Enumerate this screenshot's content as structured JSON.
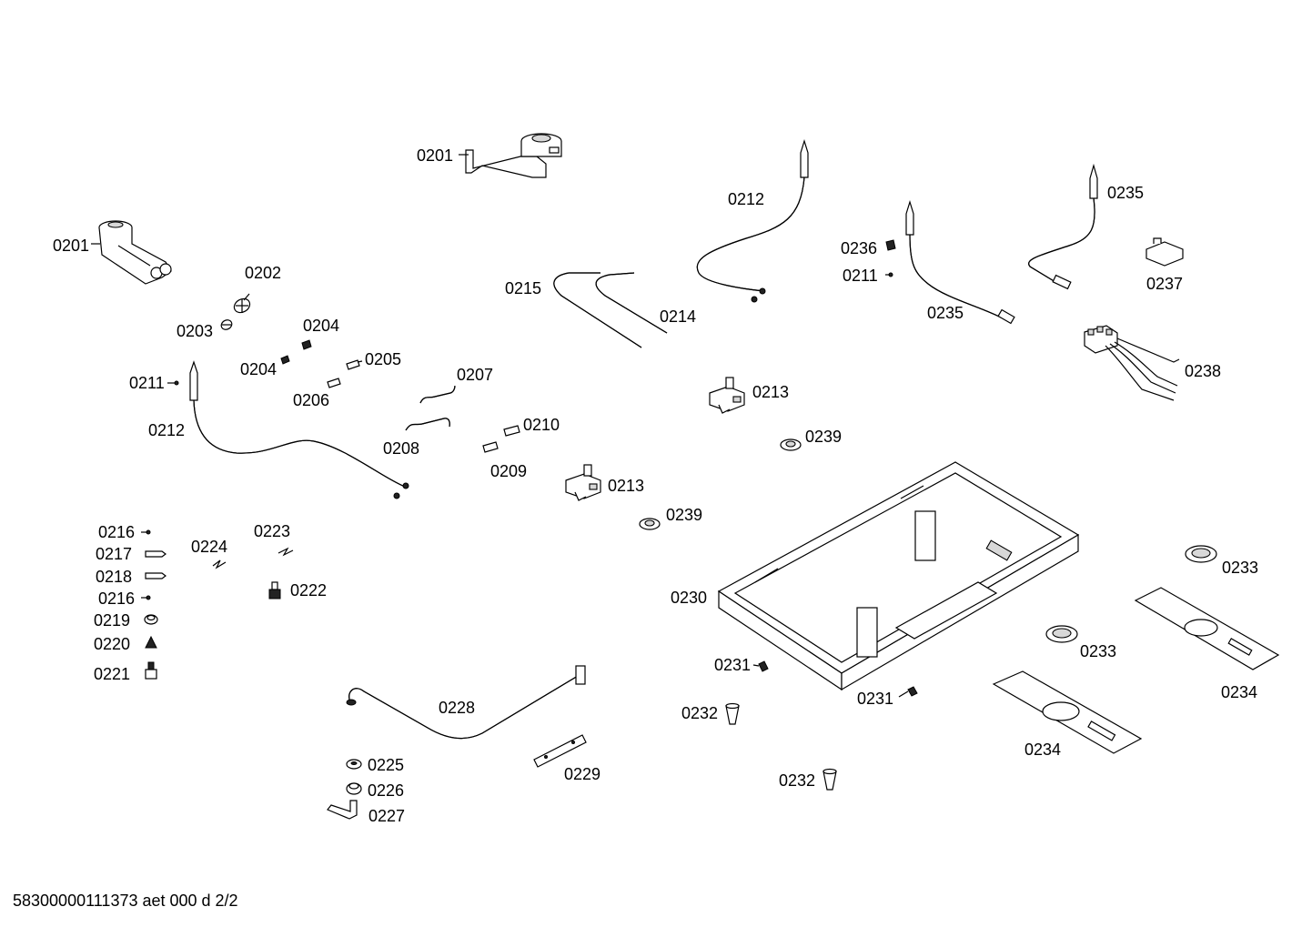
{
  "labels": {
    "l0201a": "0201",
    "l0201b": "0201",
    "l0202": "0202",
    "l0203": "0203",
    "l0204a": "0204",
    "l0204b": "0204",
    "l0205": "0205",
    "l0206": "0206",
    "l0207": "0207",
    "l0208": "0208",
    "l0209": "0209",
    "l0210": "0210",
    "l0211a": "0211",
    "l0211b": "0211",
    "l0212a": "0212",
    "l0212b": "0212",
    "l0213a": "0213",
    "l0213b": "0213",
    "l0214": "0214",
    "l0215": "0215",
    "l0216a": "0216",
    "l0216b": "0216",
    "l0217": "0217",
    "l0218": "0218",
    "l0219": "0219",
    "l0220": "0220",
    "l0221": "0221",
    "l0222": "0222",
    "l0223": "0223",
    "l0224": "0224",
    "l0225": "0225",
    "l0226": "0226",
    "l0227": "0227",
    "l0228": "0228",
    "l0229": "0229",
    "l0230": "0230",
    "l0231a": "0231",
    "l0231b": "0231",
    "l0232a": "0232",
    "l0232b": "0232",
    "l0233a": "0233",
    "l0233b": "0233",
    "l0234a": "0234",
    "l0234b": "0234",
    "l0235a": "0235",
    "l0235b": "0235",
    "l0236": "0236",
    "l0237": "0237",
    "l0238": "0238",
    "l0239a": "0239",
    "l0239b": "0239"
  },
  "footer": {
    "document_id": "58300000111373 aet 000 d 2/2"
  }
}
